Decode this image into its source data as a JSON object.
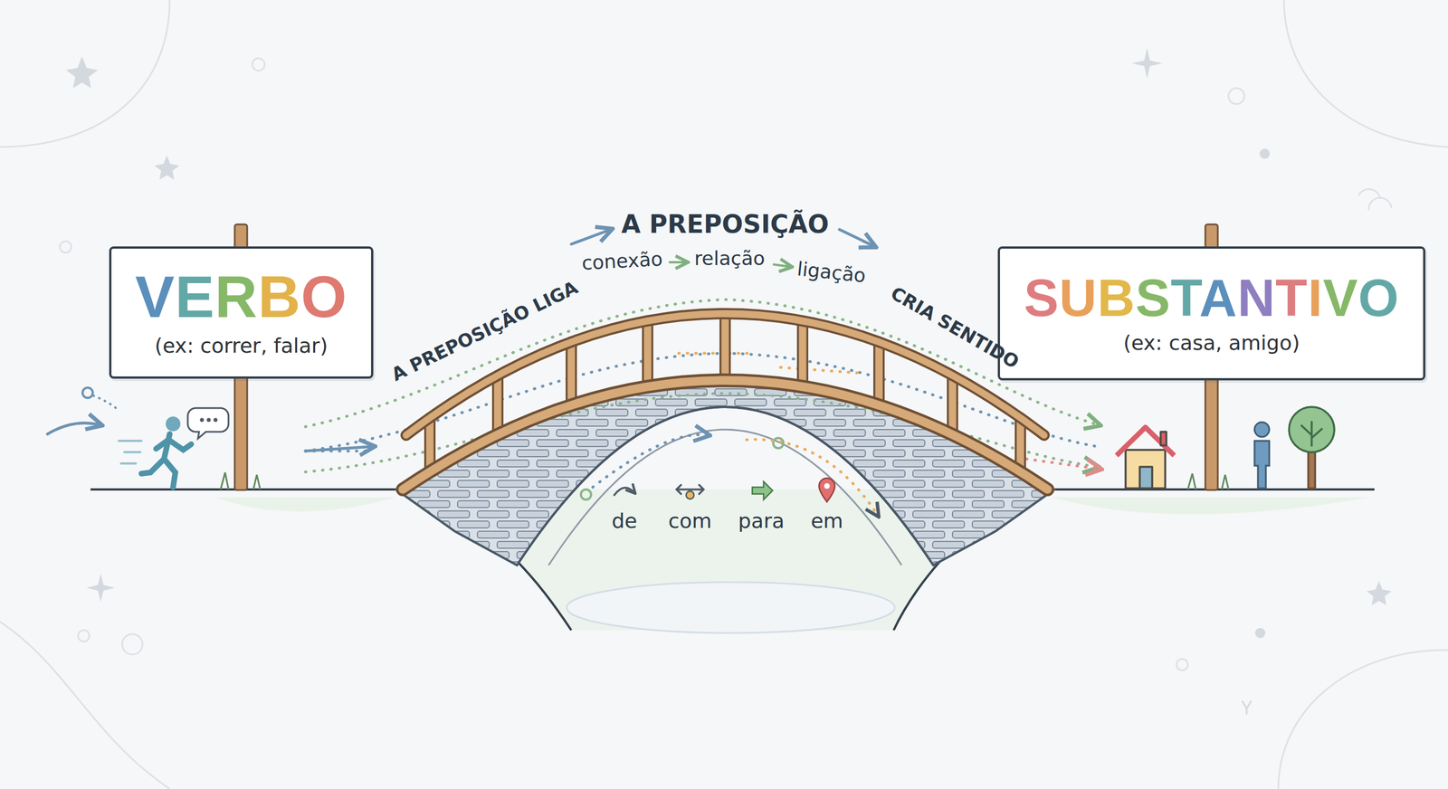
{
  "diagram": {
    "title": "A PREPOSIÇÃO",
    "nodes": [
      {
        "text": [
          "VERBO",
          "(ex: correr, falar)"
        ]
      },
      {
        "text": [
          "SUBSTANTIVO",
          "(ex: casa, amigo)"
        ]
      }
    ],
    "labels": [
      "A PREPOSIÇÃO LIGA",
      "conexão",
      "relação",
      "ligação",
      "CRIA SENTIDO",
      "de",
      "com",
      "para",
      "em"
    ]
  }
}
